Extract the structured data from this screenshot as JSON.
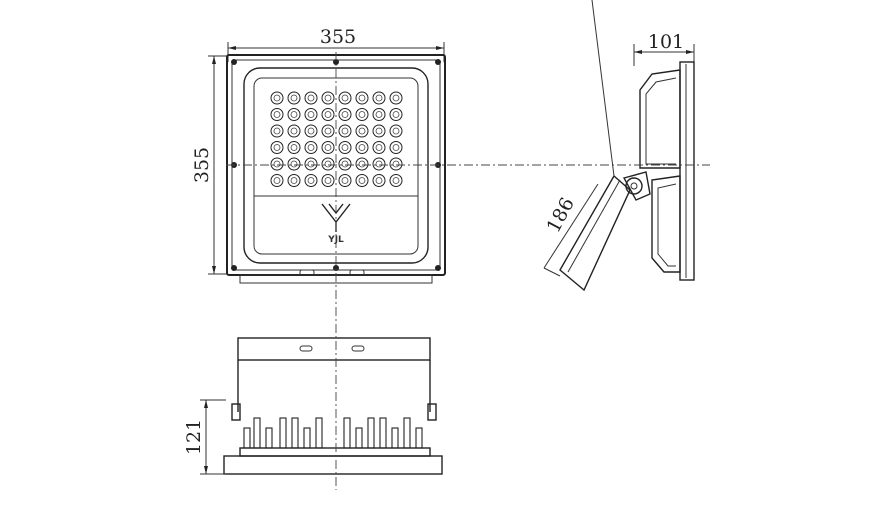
{
  "dimensions": {
    "front_width": "355",
    "front_height": "355",
    "side_depth": "101",
    "bracket_length": "186",
    "bottom_height": "121"
  },
  "logo": {
    "text": "YJL"
  },
  "led_grid": {
    "rows": 6,
    "cols": 8
  },
  "colors": {
    "line": "#222222",
    "background": "#ffffff"
  }
}
